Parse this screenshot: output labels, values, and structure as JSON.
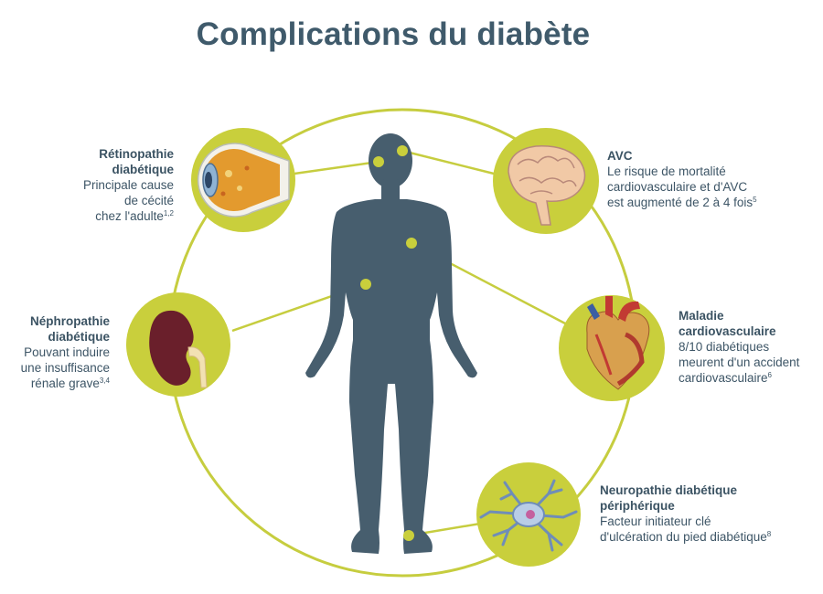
{
  "title": "Complications du diabète",
  "colors": {
    "accent": "#c9cf3c",
    "ring": "#c6cd3f",
    "body": "#475e6e",
    "text": "#3d5566"
  },
  "complications": {
    "retinopathie": {
      "title_line1": "Rétinopathie",
      "title_line2": "diabétique",
      "desc_line1": "Principale cause",
      "desc_line2": "de cécité",
      "desc_line3": "chez l'adulte",
      "ref": "1,2",
      "icon": "eye-icon"
    },
    "nephropathie": {
      "title_line1": "Néphropathie",
      "title_line2": "diabétique",
      "desc_line1": "Pouvant induire",
      "desc_line2": "une insuffisance",
      "desc_line3": "rénale grave",
      "ref": "3,4",
      "icon": "kidney-icon"
    },
    "avc": {
      "title_line1": "AVC",
      "desc_line1": "Le risque de mortalité",
      "desc_line2": "cardiovasculaire et d'AVC",
      "desc_line3": "est augmenté de 2 à 4 fois",
      "ref": "5",
      "icon": "brain-icon"
    },
    "cardio": {
      "title_line1": "Maladie",
      "title_line2": "cardiovasculaire",
      "desc_line1": "8/10 diabétiques",
      "desc_line2": "meurent d'un accident",
      "desc_line3": "cardiovasculaire",
      "ref": "6",
      "icon": "heart-icon"
    },
    "neuro": {
      "title_line1": "Neuropathie diabétique",
      "title_line2": "périphérique",
      "desc_line1": "Facteur initiateur clé",
      "desc_line2": "d'ulcération du pied diabétique",
      "ref": "8",
      "icon": "neuron-icon"
    }
  }
}
